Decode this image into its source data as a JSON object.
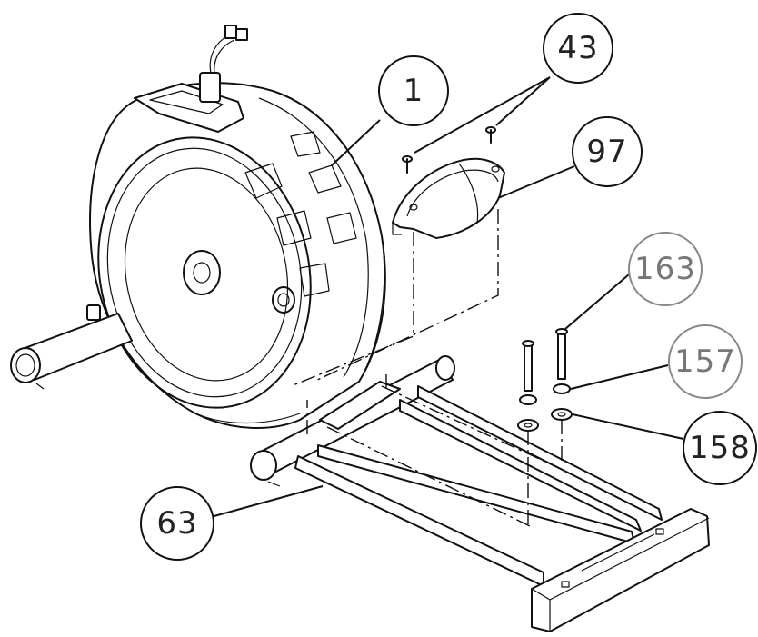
{
  "callouts": [
    {
      "id": "c1",
      "label": "1"
    },
    {
      "id": "c43",
      "label": "43"
    },
    {
      "id": "c97",
      "label": "97"
    },
    {
      "id": "c163",
      "label": "163"
    },
    {
      "id": "c157",
      "label": "157"
    },
    {
      "id": "c158",
      "label": "158"
    },
    {
      "id": "c63",
      "label": "63"
    }
  ],
  "colors": {
    "ink": "#111111",
    "label_ink": "#222222",
    "light_label_ink": "#777777"
  }
}
